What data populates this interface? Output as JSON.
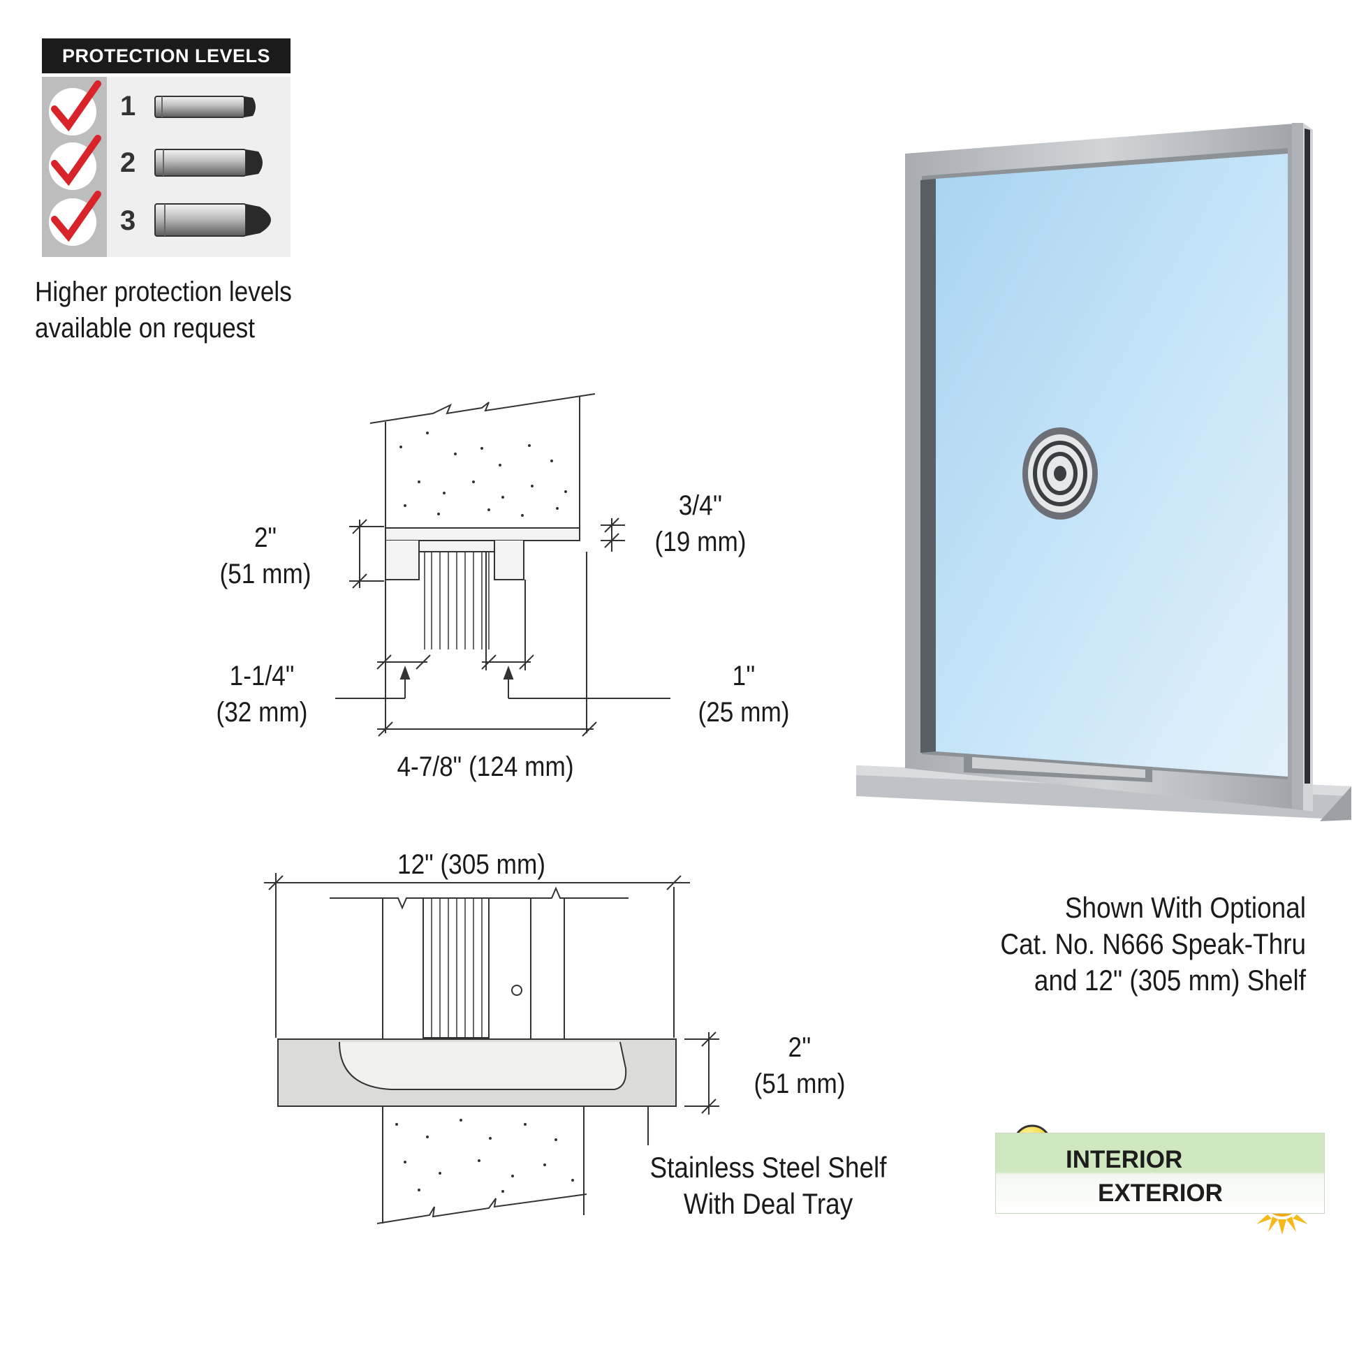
{
  "protection": {
    "header": "PROTECTION LEVELS",
    "levels": [
      {
        "number": "1",
        "checked": true,
        "icon": "bullet-small-icon"
      },
      {
        "number": "2",
        "checked": true,
        "icon": "bullet-medium-icon"
      },
      {
        "number": "3",
        "checked": true,
        "icon": "bullet-large-icon"
      }
    ],
    "note_line1": "Higher protection levels",
    "note_line2": "available on request"
  },
  "section_top": {
    "dim_2in_in": "2\"",
    "dim_2in_mm": "(51 mm)",
    "dim_34_in": "3/4''",
    "dim_34_mm": "(19 mm)",
    "dim_114_in": "1-1/4\"",
    "dim_114_mm": "(32 mm)",
    "dim_1_in": "1''",
    "dim_1_mm": "(25 mm)",
    "dim_478": "4-7/8\" (124 mm)"
  },
  "section_bottom": {
    "dim_12": "12\" (305 mm)",
    "dim_2_in": "2''",
    "dim_2_mm": "(51 mm)",
    "caption_line1": "Stainless Steel Shelf",
    "caption_line2": "With Deal Tray"
  },
  "product": {
    "caption_line1": "Shown With Optional",
    "caption_line2": "Cat. No. N666 Speak-Thru",
    "caption_line3": "and 12\" (305 mm) Shelf",
    "glass_color": "#bfe0f5",
    "frame_color": "#b9bdc2"
  },
  "badge": {
    "interior": "INTERIOR",
    "exterior": "EXTERIOR",
    "interior_icon": "lightbulb-icon",
    "exterior_icon": "sun-icon"
  },
  "colors": {
    "check": "#d8232a",
    "header_bg": "#1b1b1b"
  }
}
